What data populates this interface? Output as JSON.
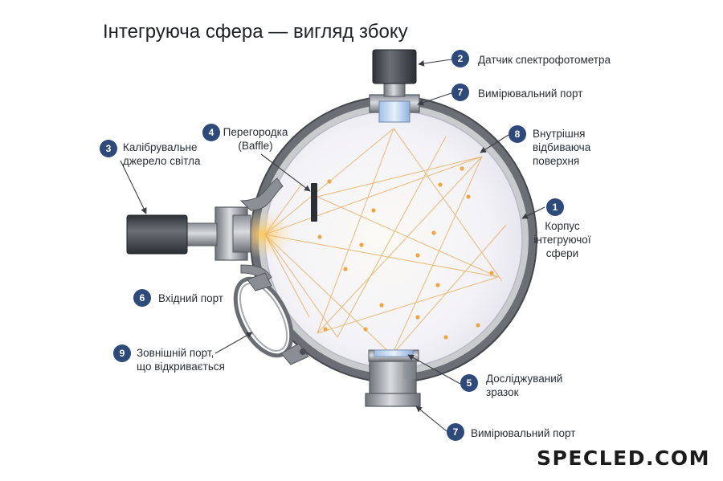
{
  "title": "Інтегруюча сфера — вигляд збоку",
  "brand": "SPECLED.COM",
  "callouts": [
    {
      "num": "1",
      "text": "Корпус\nінтегруючої\nсфери"
    },
    {
      "num": "2",
      "text": "Датчик спектрофотометра"
    },
    {
      "num": "3",
      "text": "Калібрувальне\nджерело світла"
    },
    {
      "num": "4",
      "text": "Перегородка\n(Baffle)"
    },
    {
      "num": "5",
      "text": "Досліджуваний\nзразок"
    },
    {
      "num": "6",
      "text": "Вхідний порт"
    },
    {
      "num": "7",
      "text": "Вимірювальний порт"
    },
    {
      "num": "7",
      "text": "Вимірювальний порт"
    },
    {
      "num": "8",
      "text": "Внутрішня\nвідбиваюча\nповерхня"
    },
    {
      "num": "9",
      "text": "Зовнішній порт,\nщо відкривається"
    }
  ],
  "colors": {
    "badge": "#2d4a7a",
    "shell": "#5f6368",
    "sphere_interior": "#f1f0f6",
    "rays": "#e8b46a"
  }
}
